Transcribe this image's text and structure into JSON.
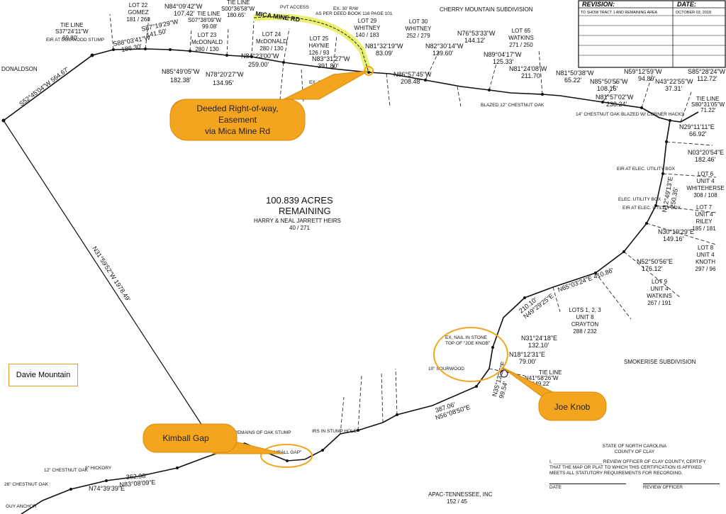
{
  "revision": {
    "revision_header": "REVISION:",
    "date_header": "DATE:",
    "row1_text": "TO SHOW TRACT 1 AND REMAINING AREA",
    "row1_date": "OCTOBER 03, 2018"
  },
  "title": {
    "acres": "100.839 ACRES",
    "remaining": "REMAINING",
    "owner": "HARRY & NEAL JARRETT HEIRS",
    "deed": "40 / 271"
  },
  "callouts": {
    "deeded": [
      "Deeded Right-of-way,",
      "Easement",
      "via Mica Mine Rd"
    ],
    "joe_knob": "Joe Knob",
    "kimball_gap": "Kimball Gap",
    "davie_mountain": "Davie Mountain"
  },
  "subdivisions": {
    "cherry": "CHERRY MOUNTAIN SUBDIVISION",
    "smokerise": "SMOKERISE SUBDIVISION",
    "apac": "APAC-TENNESSEE, INC",
    "apac_deed": "152 / 45",
    "donaldson": "DONALDSON"
  },
  "road": {
    "name": "MICA MINE RD",
    "pvt": "PVT ACCESS",
    "row_note": "EX. 30' R/W",
    "row_note2": "AS PER DEED BOOK 116 PAGE 101"
  },
  "lots": [
    {
      "lines": [
        "LOT 22",
        "GOMEZ",
        "181 / 260"
      ]
    },
    {
      "lines": [
        "LOT 23",
        "McDONALD",
        "280 / 130"
      ]
    },
    {
      "lines": [
        "LOT 24",
        "McDONALD",
        "280 / 130"
      ]
    },
    {
      "lines": [
        "LOT 25",
        "HAYNIE",
        "126 / 93"
      ]
    },
    {
      "lines": [
        "LOT 29",
        "WHITNEY",
        "140 / 183"
      ]
    },
    {
      "lines": [
        "LOT 30",
        "WHITNEY",
        "252 / 279"
      ]
    },
    {
      "lines": [
        "LOT 65",
        "WATKINS",
        "271 / 250"
      ]
    },
    {
      "lines": [
        "LOT 6",
        "UNIT 4",
        "WHITEHERSE",
        "308 / 108"
      ]
    },
    {
      "lines": [
        "LOT 7",
        "UNIT 4",
        "RILEY",
        "185 / 181"
      ]
    },
    {
      "lines": [
        "LOT 8",
        "UNIT 4",
        "KNOTH",
        "297 / 96"
      ]
    },
    {
      "lines": [
        "LOT 9",
        "UNIT 4",
        "WATKINS",
        "267 / 191"
      ]
    },
    {
      "lines": [
        "LOTS 1, 2, 3",
        "UNIT 8",
        "CRAYTON",
        "288 / 232"
      ]
    }
  ],
  "bearings": [
    {
      "b": "S52°45'04\"W",
      "d": "564.67'"
    },
    {
      "b": "TIE LINE",
      "d": "S37°24'11\"W"
    },
    {
      "b": "69.80'",
      "d": ""
    },
    {
      "b": "S88°03'41\"W",
      "d": "186.30'"
    },
    {
      "b": "S87°19'29\"W",
      "d": "141.50'"
    },
    {
      "b": "N84°09'42\"W",
      "d": "107.42'"
    },
    {
      "b": "TIE LINE",
      "d": "S07°38'09\"W"
    },
    {
      "b": "99.08'",
      "d": ""
    },
    {
      "b": "TIE LINE",
      "d": "S00°36'58\"W"
    },
    {
      "b": "180.65'",
      "d": ""
    },
    {
      "b": "N84°23'00\"W",
      "d": "259.00'"
    },
    {
      "b": "N85°49'05\"W",
      "d": "182.38'"
    },
    {
      "b": "N78°20'27\"W",
      "d": "134.95'"
    },
    {
      "b": "N83°31'27\"W",
      "d": "391.80'"
    },
    {
      "b": "N81°32'19\"W",
      "d": "83.09'"
    },
    {
      "b": "N82°30'14\"W",
      "d": "139.60'"
    },
    {
      "b": "N76°53'33\"W",
      "d": "144.12'"
    },
    {
      "b": "N86°57'45\"W",
      "d": "208.48'"
    },
    {
      "b": "N89°04'17\"W",
      "d": "125.33'"
    },
    {
      "b": "N81°24'08\"W",
      "d": "211.70'"
    },
    {
      "b": "N81°50'38\"W",
      "d": "65.22'"
    },
    {
      "b": "N85°50'55\"W",
      "d": "108.16'"
    },
    {
      "b": "N59°12'59\"W",
      "d": "94.89'"
    },
    {
      "b": "N43°22'55\"W",
      "d": "37.31'"
    },
    {
      "b": "S85°28'24\"W",
      "d": "112.72'"
    },
    {
      "b": "N81°57'02\"W",
      "d": "238.24'"
    },
    {
      "b": "TIE LINE",
      "d": "S80°31'05\"W"
    },
    {
      "b": "71.22'",
      "d": ""
    },
    {
      "b": "N29°11'11\"E",
      "d": "66.92'"
    },
    {
      "b": "N03°20'54\"E",
      "d": "182.46'"
    },
    {
      "b": "N12°49'13\"E",
      "d": "250.35'"
    },
    {
      "b": "N30°19'29\"E",
      "d": "149.16'"
    },
    {
      "b": "N52°50'56\"E",
      "d": "176.12'"
    },
    {
      "b": "N65°03'24\"E",
      "d": "410.86'"
    },
    {
      "b": "N49°29'25\"E",
      "d": "210.10'"
    },
    {
      "b": "N31°24'18\"E",
      "d": "132.10'"
    },
    {
      "b": "N18°12'31\"E",
      "d": "79.00'"
    },
    {
      "b": "TIE LINE",
      "d": "N41°58'26\"W"
    },
    {
      "b": "149.22'",
      "d": ""
    },
    {
      "b": "N35°13'36\"E",
      "d": "99.54'"
    },
    {
      "b": "N56°08'50\"E",
      "d": "387.06'"
    },
    {
      "b": "N31°59'52\"W",
      "d": "1978.49'"
    },
    {
      "b": "N83°08'09\"E",
      "d": "362.98'"
    },
    {
      "b": "N74°39'39\"E",
      "d": ""
    }
  ],
  "misc_labels": {
    "eir_dogwood": "EIR AT DOGWOOD STUMP",
    "ex_nail": "EX. NAIL IN STONE",
    "top_joe": "TOP OF \"JOE KNOB\"",
    "kimball_small": "\"KIMBALL GAP\"",
    "chestnut": "14\" CHESTNUT OAK BLAZED W/ CORNER HACKS",
    "blazed": "BLAZED 12\" CHESTNUT OAK",
    "soil_rd": "EX. 10' SOIL RD",
    "sourwood": "10\" SOURWOOD",
    "irs_stump": "IRS IN STUMP HOLE",
    "remains": "REMAINS OF OAK STUMP",
    "elec1": "EIR AT ELEC. UTILITY BOX",
    "elec2": "ELEC. UTILITY BOX",
    "eir_elec3": "EIR AT ELEC. UTILITY BOX",
    "hickory": "8\" HICKORY",
    "chestnut12": "12\" CHESTNUT OAK",
    "chestnut26": "26\" CHESTNUT OAK",
    "guy": "GUY ANCHOR"
  },
  "certification": {
    "state": "STATE OF NORTH CAROLINA",
    "county": "COUNTY OF CLAY",
    "line1": "I, ___________________ REVIEW OFFICER OF CLAY COUNTY, CERTIFY",
    "line2": "THAT THE MAP OR PLAT TO WHICH THIS CERTIFICATION IS AFFIXED",
    "line3": "MEETS ALL STATUTORY REQUIREMENTS FOR RECORDING.",
    "date_label": "DATE",
    "officer_label": "REVIEW OFFICER"
  },
  "colors": {
    "callout_fill": "#f3a51f",
    "callout_stroke": "#d98d10",
    "road_highlight": "#e8f060",
    "line": "#111111"
  }
}
